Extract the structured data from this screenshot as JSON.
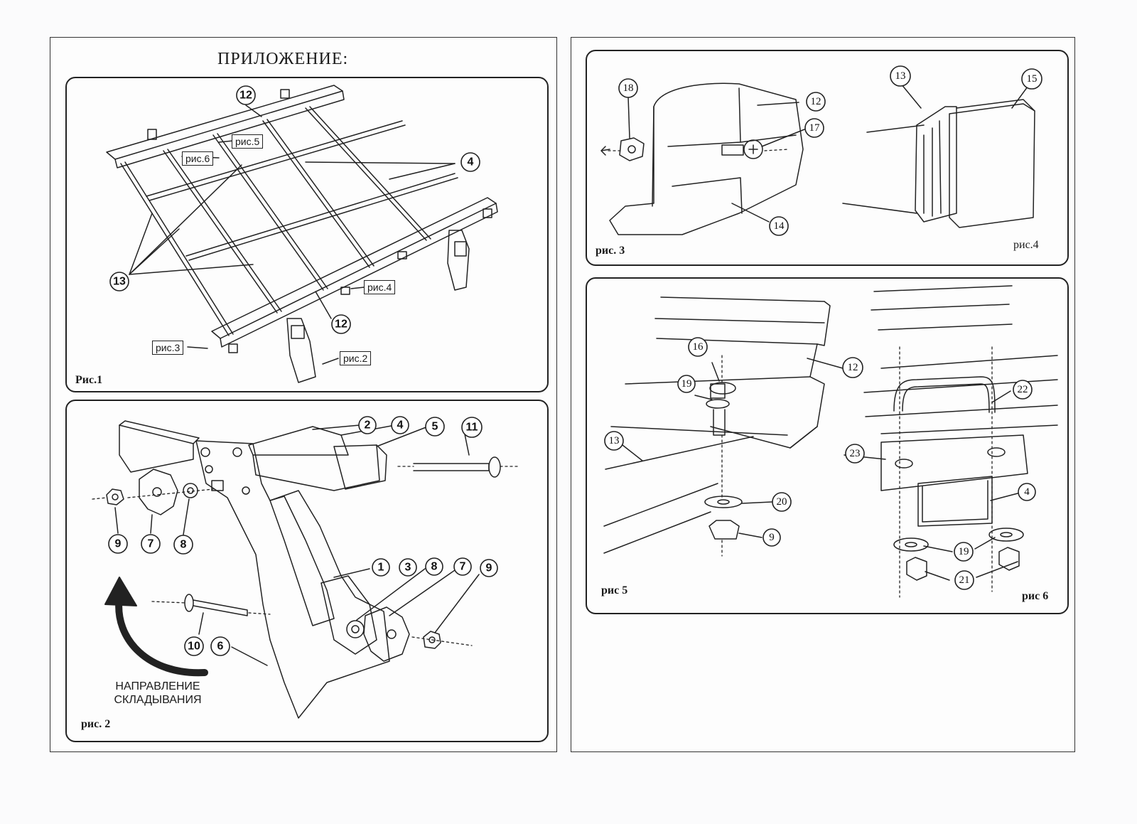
{
  "document": {
    "title": "ПРИЛОЖЕНИЕ:",
    "figures": {
      "fig1": {
        "caption": "Рис.1",
        "tags": {
          "fig6": "рис.6",
          "fig5": "рис.5",
          "fig4": "рис.4",
          "fig3": "рис.3",
          "fig2": "рис.2"
        },
        "callouts": {
          "rail_top": "12",
          "crossbar": "4",
          "rods": "13",
          "rail_bottom": "12"
        }
      },
      "fig2": {
        "caption": "рис. 2",
        "folding_line1": "НАПРАВЛЕНИЕ",
        "folding_line2": "СКЛАДЫВАНИЯ",
        "callouts_top": [
          "2",
          "4",
          "5",
          "11"
        ],
        "callouts_left": [
          "9",
          "7",
          "8"
        ],
        "callouts_mid": [
          "1",
          "3",
          "8",
          "7",
          "9"
        ],
        "callouts_bottom": [
          "10",
          "6"
        ]
      },
      "fig3": {
        "caption": "рис. 3",
        "callouts": {
          "nut": "18",
          "endcap": "12",
          "screw": "17",
          "base": "14"
        }
      },
      "fig4": {
        "caption": "рис.4",
        "callouts": {
          "rod": "13",
          "plug": "15"
        }
      },
      "fig5": {
        "caption": "рис 5",
        "callouts": {
          "bolt": "16",
          "washer_top": "19",
          "profile": "12",
          "rod": "13",
          "washer": "20",
          "nut": "9"
        }
      },
      "fig6": {
        "caption": "рис 6",
        "callouts": {
          "ubolt": "22",
          "plate": "23",
          "crossbar": "4",
          "washer": "19",
          "nut": "21"
        }
      }
    }
  }
}
